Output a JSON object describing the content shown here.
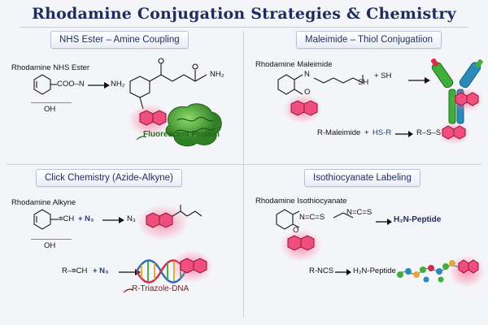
{
  "title": "Rhodamine Conjugation Strategies & Chemistry",
  "panels": {
    "nhs": {
      "header": "NHS Ester – Amine Coupling",
      "reagent": "Rhodamine NHS Ester",
      "ester_group": "COO–N",
      "substituent": "OH",
      "amine_in": "NH₂",
      "amine_chain": "NH₂",
      "product": "Fluorescent Protein"
    },
    "maleimide": {
      "header": "Maleimide – Thiol Conjugatiion",
      "reagent": "Rhodamine Maleimide",
      "n_atom": "N",
      "o_atom": "O",
      "thiol": "SH",
      "plus_sh": "+ SH",
      "scheme_left": "R-Maleimide",
      "scheme_plus": "+",
      "scheme_reagent": "HS-R",
      "scheme_product": "R–S–S"
    },
    "click": {
      "header": "Click Chemistry (Azide-Alkyne)",
      "reagent": "Rhodamine Alkyne",
      "alkyne": "≡CH",
      "plus_azide": "+ N₃",
      "azide_out": "N₃",
      "substituent": "OH",
      "scheme_left": "R–≡CH",
      "scheme_plus": "+ N₃",
      "product": "R-Triazole-DNA"
    },
    "isothio": {
      "header": "Isothiocyanate Labeling",
      "reagent": "Rhodamine Isothiocyanate",
      "ncs_group": "N=C=S",
      "ncs_tail": "N=C=S",
      "o_atom": "O",
      "product_amine": "H₂N-Peptide",
      "scheme_left": "R-NCS",
      "scheme_product": "H₂N-Peptide"
    }
  },
  "colors": {
    "title": "#1e2d5e",
    "fluor": "#e8336b",
    "protein": "#3c9b2e",
    "antibody_green": "#3fae3a",
    "antibody_blue": "#2b8bb8",
    "antibody_red": "#d62f45"
  }
}
